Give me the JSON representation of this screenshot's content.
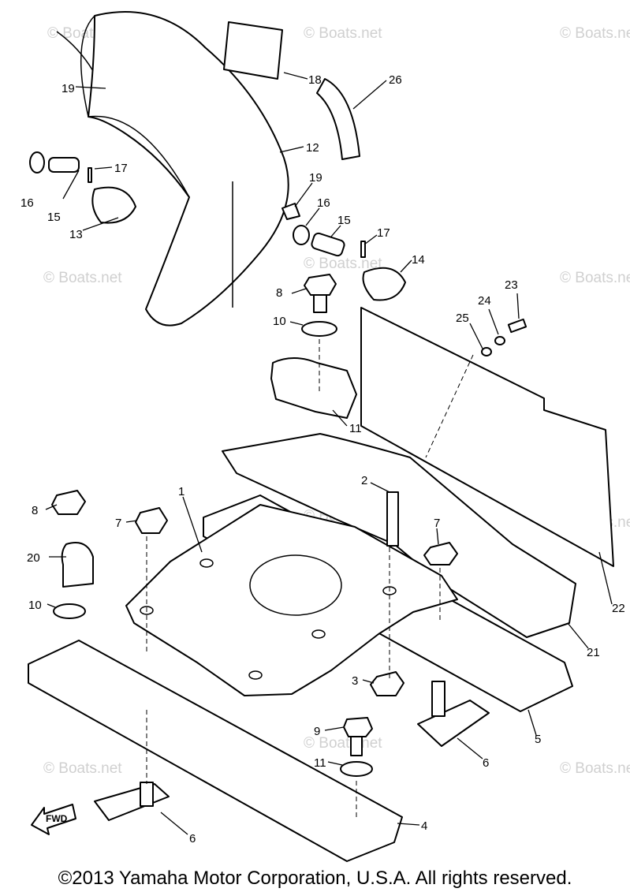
{
  "watermark": "© Boats.net",
  "copyright": "©2013 Yamaha Motor Corporation, U.S.A. All rights reserved.",
  "fwd_label": "FWD",
  "callouts": {
    "c1": "1",
    "c2": "2",
    "c3": "3",
    "c4": "4",
    "c5": "5",
    "c6a": "6",
    "c6b": "6",
    "c7a": "7",
    "c7b": "7",
    "c8a": "8",
    "c8b": "8",
    "c9": "9",
    "c10a": "10",
    "c10b": "10",
    "c11a": "11",
    "c11b": "11",
    "c12": "12",
    "c13": "13",
    "c14": "14",
    "c15a": "15",
    "c15b": "15",
    "c16a": "16",
    "c16b": "16",
    "c17a": "17",
    "c17b": "17",
    "c18": "18",
    "c19a": "19",
    "c19b": "19",
    "c20": "20",
    "c21": "21",
    "c22": "22",
    "c23": "23",
    "c24": "24",
    "c25": "25",
    "c26": "26"
  }
}
